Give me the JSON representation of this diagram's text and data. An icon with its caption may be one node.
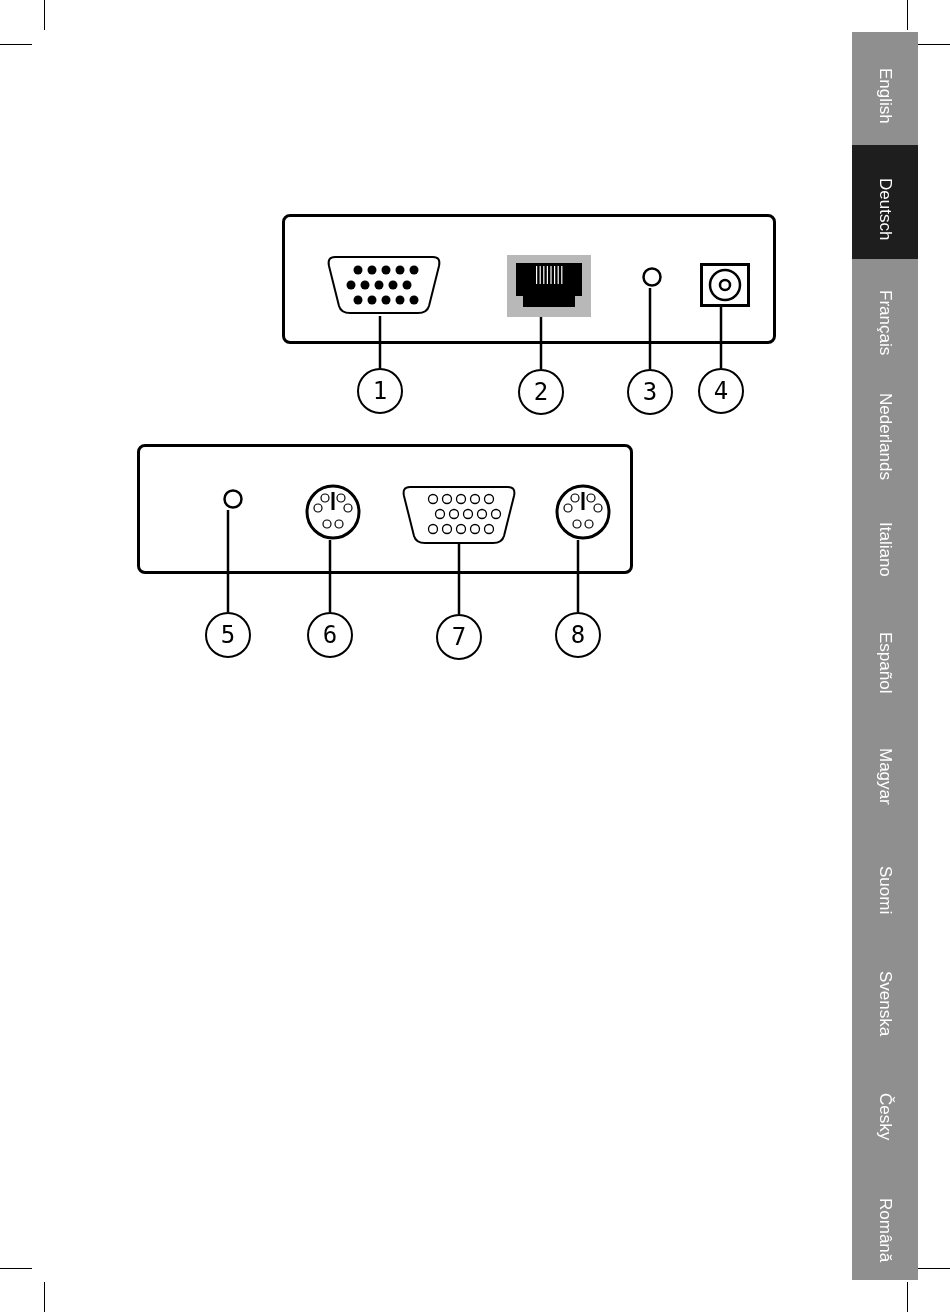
{
  "diagram": {
    "nodes": [
      {
        "text": [],
        "shape": "box"
      },
      {
        "text": [],
        "shape": "picture",
        "in": 0
      },
      {
        "text": [],
        "shape": "picture",
        "in": 0
      },
      {
        "text": [],
        "shape": "circle",
        "in": 0
      },
      {
        "text": [],
        "shape": "picture",
        "in": 0
      },
      {
        "text": [],
        "shape": "box"
      },
      {
        "text": [],
        "shape": "circle",
        "in": 5
      },
      {
        "text": [],
        "shape": "picture",
        "in": 5
      },
      {
        "text": [],
        "shape": "picture",
        "in": 5
      },
      {
        "text": [],
        "shape": "picture",
        "in": 5
      },
      {
        "text": [
          "1"
        ]
      },
      {
        "text": [
          "2"
        ]
      },
      {
        "text": [
          "3"
        ]
      },
      {
        "text": [
          "4"
        ]
      },
      {
        "text": [
          "5"
        ]
      },
      {
        "text": [
          "6"
        ]
      },
      {
        "text": [
          "7"
        ]
      },
      {
        "text": [
          "8"
        ]
      },
      {
        "text": [
          "English"
        ]
      },
      {
        "text": [
          "Deutsch"
        ]
      },
      {
        "text": [
          "Français"
        ]
      },
      {
        "text": [
          "Nederlands"
        ]
      },
      {
        "text": [
          "Italiano"
        ]
      },
      {
        "text": [
          "Español"
        ]
      },
      {
        "text": [
          "Magyar"
        ]
      },
      {
        "text": [
          "Suomi"
        ]
      },
      {
        "text": [
          "Svenska"
        ]
      },
      {
        "text": [
          "Česky"
        ]
      },
      {
        "text": [
          "Română"
        ]
      }
    ],
    "edges": [
      {
        "from": 10,
        "to": 1,
        "arrow": "none"
      },
      {
        "from": 11,
        "to": 2,
        "arrow": "none"
      },
      {
        "from": 12,
        "to": 3,
        "arrow": "none"
      },
      {
        "from": 13,
        "to": 4,
        "arrow": "none"
      },
      {
        "from": 14,
        "to": 6,
        "arrow": "none"
      },
      {
        "from": 15,
        "to": 7,
        "arrow": "none"
      },
      {
        "from": 16,
        "to": 8,
        "arrow": "none"
      },
      {
        "from": 17,
        "to": 9,
        "arrow": "none"
      }
    ]
  }
}
